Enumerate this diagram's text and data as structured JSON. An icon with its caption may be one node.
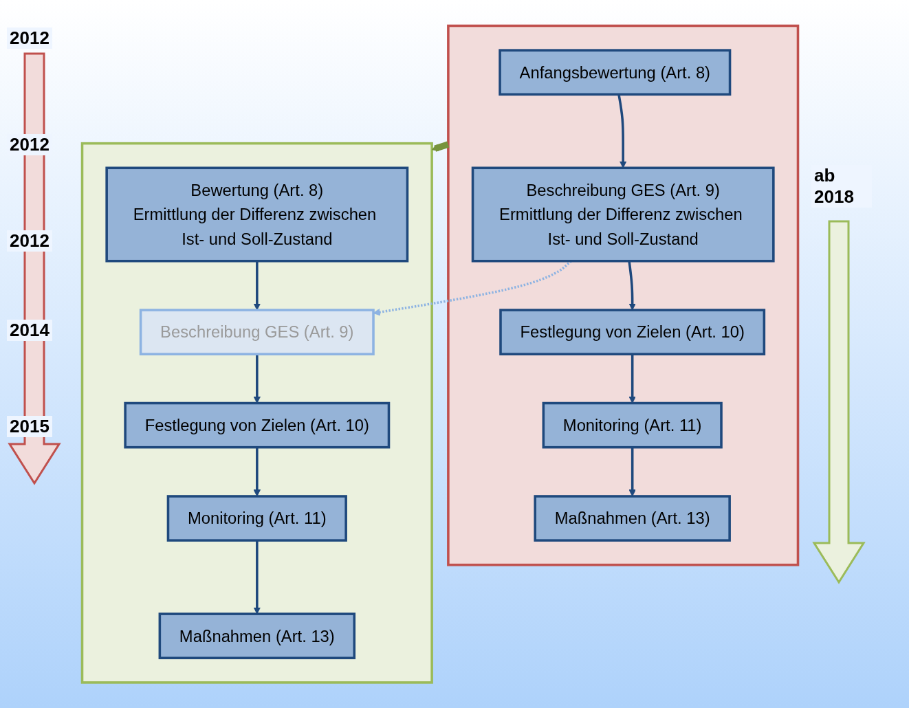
{
  "diagram": {
    "nodes": [
      {
        "text": [],
        "shape": "box"
      },
      {
        "text": [
          "Anfangsbewertung (Art. 8)"
        ],
        "in": 0
      },
      {
        "text": [
          "Beschreibung GES (Art. 9)",
          "Ermittlung der Differenz zwischen Ist- und Soll-Zustand"
        ],
        "in": 0
      },
      {
        "text": [
          "Festlegung von Zielen (Art. 10)"
        ],
        "in": 0
      },
      {
        "text": [
          "Monitoring (Art. 11)"
        ],
        "in": 0
      },
      {
        "text": [
          "Maßnahmen (Art. 13)"
        ],
        "in": 0
      },
      {
        "text": [],
        "shape": "box"
      },
      {
        "text": [
          "Bewertung (Art. 8)",
          "Ermittlung der Differenz zwischen Ist- und Soll-Zustand"
        ],
        "in": 6
      },
      {
        "text": [
          "Beschreibung GES (Art. 9)"
        ],
        "in": 6
      },
      {
        "text": [
          "Festlegung von Zielen (Art. 10)"
        ],
        "in": 6
      },
      {
        "text": [
          "Monitoring (Art. 11)"
        ],
        "in": 6
      },
      {
        "text": [
          "Maßnahmen (Art. 13)"
        ],
        "in": 6
      }
    ],
    "edges": [
      {
        "from": 1,
        "to": 2,
        "arrow": "to"
      },
      {
        "from": 2,
        "to": 3,
        "arrow": "to"
      },
      {
        "from": 3,
        "to": 4,
        "arrow": "to"
      },
      {
        "from": 4,
        "to": 5,
        "arrow": "to"
      },
      {
        "from": 0,
        "to": 6,
        "arrow": "to",
        "style": "thick",
        "color": "#77933c"
      },
      {
        "from": 2,
        "to": 8,
        "arrow": "to",
        "style": "dashed",
        "color": "#8db3e2"
      },
      {
        "from": 7,
        "to": 8,
        "arrow": "to"
      },
      {
        "from": 8,
        "to": 9,
        "arrow": "to"
      },
      {
        "from": 9,
        "to": 10,
        "arrow": "to"
      },
      {
        "from": 10,
        "to": 11,
        "arrow": "to"
      }
    ],
    "labels": [
      "2012",
      "2012",
      "2012",
      "2014",
      "2015",
      "ab 2018"
    ]
  }
}
